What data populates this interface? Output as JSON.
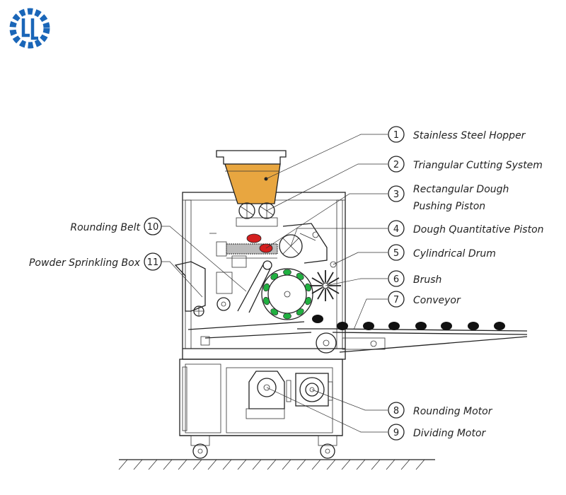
{
  "logo": {
    "name": "company-logo",
    "color": "#1a66b8"
  },
  "colors": {
    "dough": "#e8a640",
    "piston": "#d42020",
    "roller": "#20b040",
    "ink": "#222222"
  },
  "callouts": [
    {
      "id": "1",
      "text": "Stainless Steel Hopper"
    },
    {
      "id": "2",
      "text": "Triangular Cutting System"
    },
    {
      "id": "3",
      "text": "Rectangular Dough",
      "text2": "Pushing Piston"
    },
    {
      "id": "4",
      "text": "Dough Quantitative Piston"
    },
    {
      "id": "5",
      "text": "Cylindrical Drum"
    },
    {
      "id": "6",
      "text": "Brush"
    },
    {
      "id": "7",
      "text": "Conveyor"
    },
    {
      "id": "8",
      "text": "Rounding Motor"
    },
    {
      "id": "9",
      "text": "Dividing Motor"
    },
    {
      "id": "10",
      "text": "Rounding Belt"
    },
    {
      "id": "11",
      "text": "Powder Sprinkling Box"
    }
  ]
}
